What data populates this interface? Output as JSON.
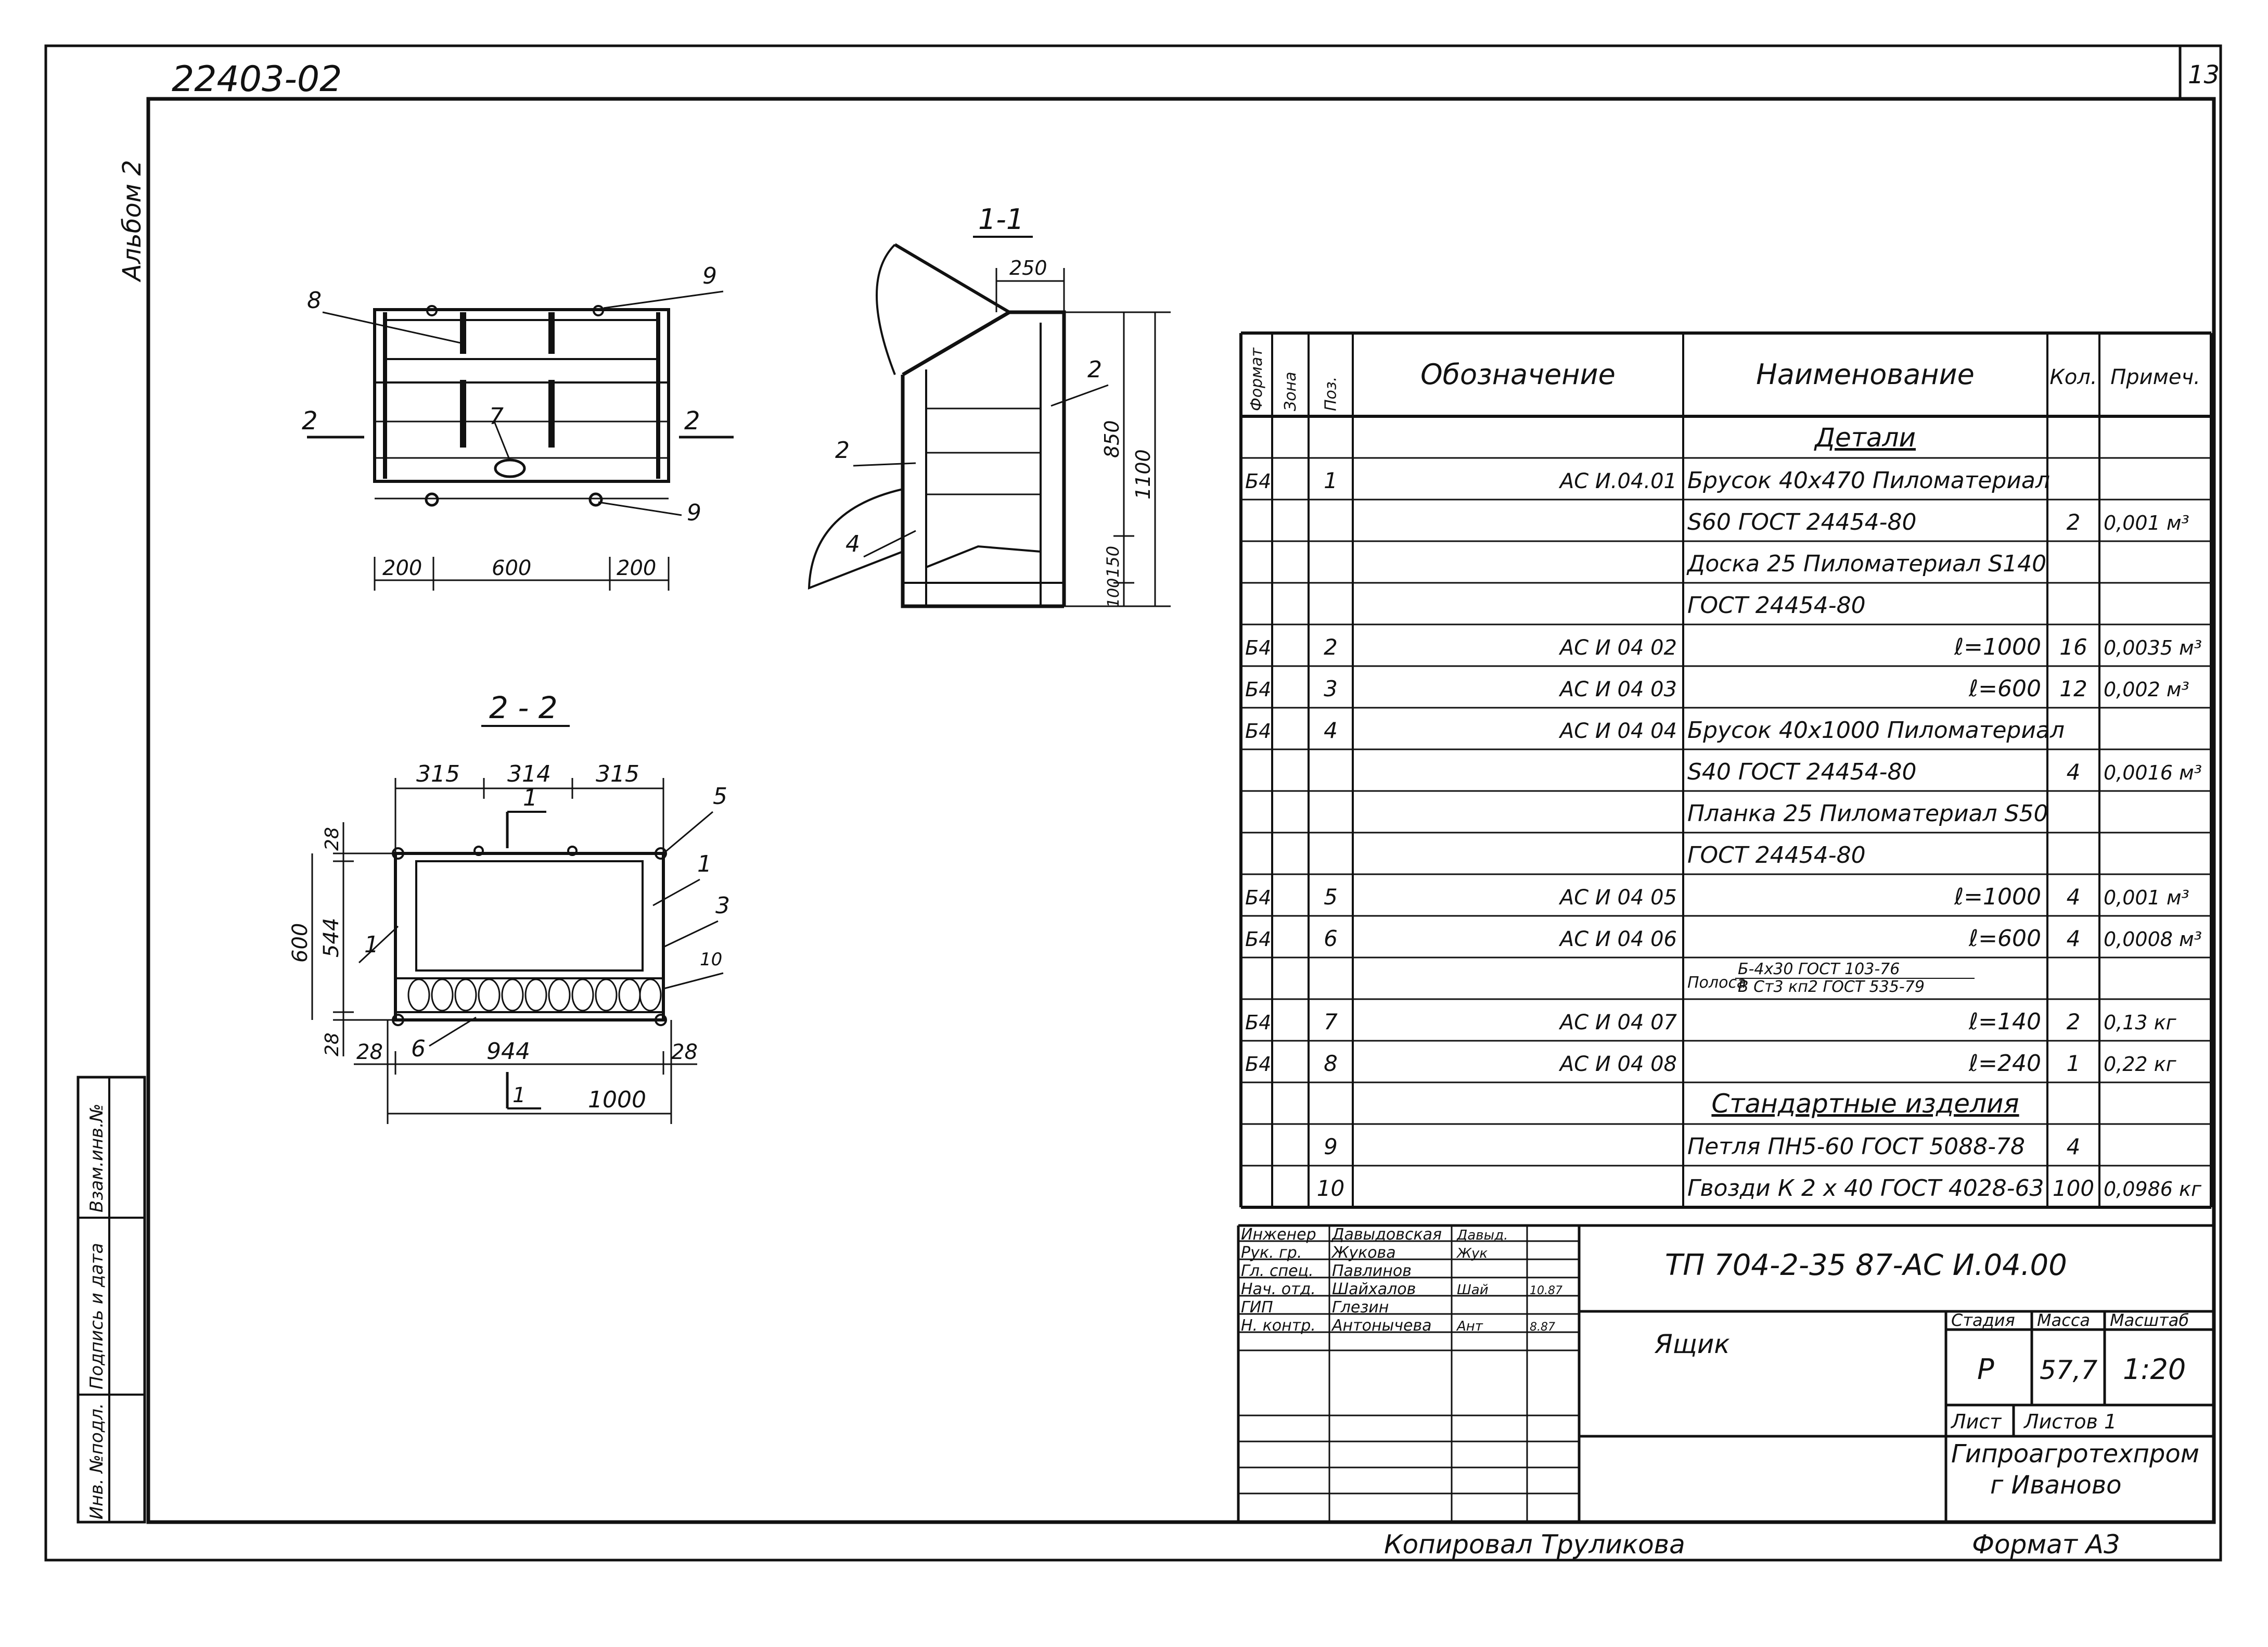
{
  "header": {
    "doc_code": "22403-02",
    "sheet_number": "13",
    "album_label": "Альбом 2"
  },
  "side_stamp": {
    "inv_podl": "Инв. №подл.",
    "signature_date": "Подпись и дата",
    "vzam_inv": "Взам.инв.№"
  },
  "views": {
    "plan": {
      "callouts": [
        "8",
        "9",
        "7",
        "9"
      ],
      "section_mark": "2",
      "dims": [
        "200",
        "600",
        "200"
      ]
    },
    "section_1": {
      "title": "1-1",
      "callouts": [
        "2",
        "2",
        "4"
      ],
      "dims": [
        "250",
        "850",
        "1100",
        "150",
        "100"
      ]
    },
    "section_2": {
      "title": "2 - 2",
      "callouts": [
        "5",
        "1",
        "1",
        "3",
        "10",
        "6"
      ],
      "section_mark": "1",
      "dims_top": [
        "315",
        "314",
        "315"
      ],
      "dims_left": [
        "28",
        "544",
        "600",
        "28"
      ],
      "dims_bottom": [
        "28",
        "944",
        "28",
        "1000"
      ]
    }
  },
  "spec": {
    "headers": [
      "Формат",
      "Зона",
      "Поз.",
      "Обозначение",
      "Наименование",
      "Кол.",
      "Примеч."
    ],
    "rows": [
      {
        "fmt": "",
        "zone": "",
        "pos": "",
        "code": "",
        "name": "Детали",
        "qty": "",
        "note": ""
      },
      {
        "fmt": "Б4",
        "zone": "",
        "pos": "1",
        "code": "АС И.04.01",
        "name": "Брусок 40х470 Пиломатериал",
        "qty": "",
        "note": ""
      },
      {
        "fmt": "",
        "zone": "",
        "pos": "",
        "code": "",
        "name": "S60 ГОСТ 24454-80",
        "qty": "2",
        "note": "0,001 м³"
      },
      {
        "fmt": "",
        "zone": "",
        "pos": "",
        "code": "",
        "name": "Доска 25 Пиломатериал S140",
        "qty": "",
        "note": ""
      },
      {
        "fmt": "",
        "zone": "",
        "pos": "",
        "code": "",
        "name": "ГОСТ 24454-80",
        "qty": "",
        "note": ""
      },
      {
        "fmt": "Б4",
        "zone": "",
        "pos": "2",
        "code": "АС И 04 02",
        "name": "ℓ=1000",
        "qty": "16",
        "note": "0,0035 м³"
      },
      {
        "fmt": "Б4",
        "zone": "",
        "pos": "3",
        "code": "АС И 04 03",
        "name": "ℓ=600",
        "qty": "12",
        "note": "0,002 м³"
      },
      {
        "fmt": "Б4",
        "zone": "",
        "pos": "4",
        "code": "АС И 04 04",
        "name": "Брусок 40х1000 Пиломатериал",
        "qty": "",
        "note": ""
      },
      {
        "fmt": "",
        "zone": "",
        "pos": "",
        "code": "",
        "name": "S40 ГОСТ 24454-80",
        "qty": "4",
        "note": "0,0016 м³"
      },
      {
        "fmt": "",
        "zone": "",
        "pos": "",
        "code": "",
        "name": "Планка 25 Пиломатериал S50",
        "qty": "",
        "note": ""
      },
      {
        "fmt": "",
        "zone": "",
        "pos": "",
        "code": "",
        "name": "ГОСТ 24454-80",
        "qty": "",
        "note": ""
      },
      {
        "fmt": "Б4",
        "zone": "",
        "pos": "5",
        "code": "АС И 04 05",
        "name": "ℓ=1000",
        "qty": "4",
        "note": "0,001 м³"
      },
      {
        "fmt": "Б4",
        "zone": "",
        "pos": "6",
        "code": "АС И 04 06",
        "name": "ℓ=600",
        "qty": "4",
        "note": "0,0008 м³"
      },
      {
        "fmt": "",
        "zone": "",
        "pos": "",
        "code": "",
        "name": "Полоса",
        "name_fraction": [
          "Б-4х30 ГОСТ 103-76",
          "В Ст3 кп2 ГОСТ 535-79"
        ],
        "qty": "",
        "note": ""
      },
      {
        "fmt": "Б4",
        "zone": "",
        "pos": "7",
        "code": "АС И 04 07",
        "name": "ℓ=140",
        "qty": "2",
        "note": "0,13 кг"
      },
      {
        "fmt": "Б4",
        "zone": "",
        "pos": "8",
        "code": "АС И 04 08",
        "name": "ℓ=240",
        "qty": "1",
        "note": "0,22 кг"
      },
      {
        "fmt": "",
        "zone": "",
        "pos": "",
        "code": "",
        "name": "Стандартные изделия",
        "qty": "",
        "note": ""
      },
      {
        "fmt": "",
        "zone": "",
        "pos": "9",
        "code": "",
        "name": "Петля ПН5-60 ГОСТ 5088-78",
        "qty": "4",
        "note": ""
      },
      {
        "fmt": "",
        "zone": "",
        "pos": "10",
        "code": "",
        "name": "Гвозди К 2 х 40 ГОСТ 4028-63",
        "qty": "100",
        "note": "0,0986 кг"
      }
    ]
  },
  "title_block": {
    "persons": [
      {
        "role": "Инженер",
        "name": "Давыдовская",
        "sign": "Давыд."
      },
      {
        "role": "Рук. гр.",
        "name": "Жукова",
        "sign": "Жук"
      },
      {
        "role": "Гл. спец.",
        "name": "Павлинов",
        "sign": ""
      },
      {
        "role": "Нач. отд.",
        "name": "Шайхалов",
        "sign": "Шай",
        "date": "10.87"
      },
      {
        "role": "ГИП",
        "name": "Глезин",
        "sign": ""
      },
      {
        "role": "Н. контр.",
        "name": "Антонычева",
        "sign": "Ант",
        "date": "8.87"
      }
    ],
    "document_code": "ТП 704-2-35 87-АС И.04.00",
    "item_name": "Ящик",
    "stage_label": "Стадия",
    "mass_label": "Масса",
    "scale_label": "Масштаб",
    "stage": "Р",
    "mass": "57,7",
    "scale": "1:20",
    "sheet_label": "Лист",
    "sheets_label": "Листов 1",
    "organization_line1": "Гипроагротехпром",
    "organization_line2": "г Иваново"
  },
  "footer": {
    "copied_by": "Копировал Труликова",
    "format": "Формат А3"
  }
}
